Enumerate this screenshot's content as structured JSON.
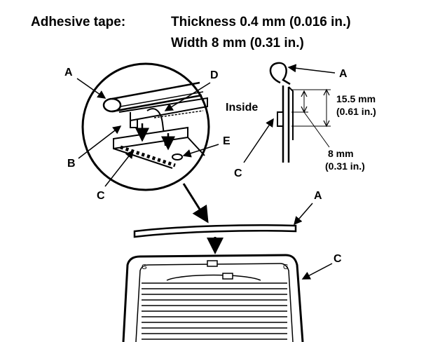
{
  "header": {
    "title": "Adhesive tape:",
    "thickness": "Thickness 0.4 mm (0.016 in.)",
    "width": "Width 8 mm (0.31 in.)"
  },
  "labels": {
    "a_detail": "A",
    "b_detail": "B",
    "c_detail": "C",
    "d_detail": "D",
    "e_detail": "E",
    "a_section": "A",
    "c_section": "C",
    "a_main": "A",
    "c_main": "C",
    "inside": "Inside"
  },
  "dimensions": {
    "height_mm": "15.5 mm",
    "height_in": "(0.61 in.)",
    "width_mm": "8 mm",
    "width_in": "(0.31 in.)"
  }
}
